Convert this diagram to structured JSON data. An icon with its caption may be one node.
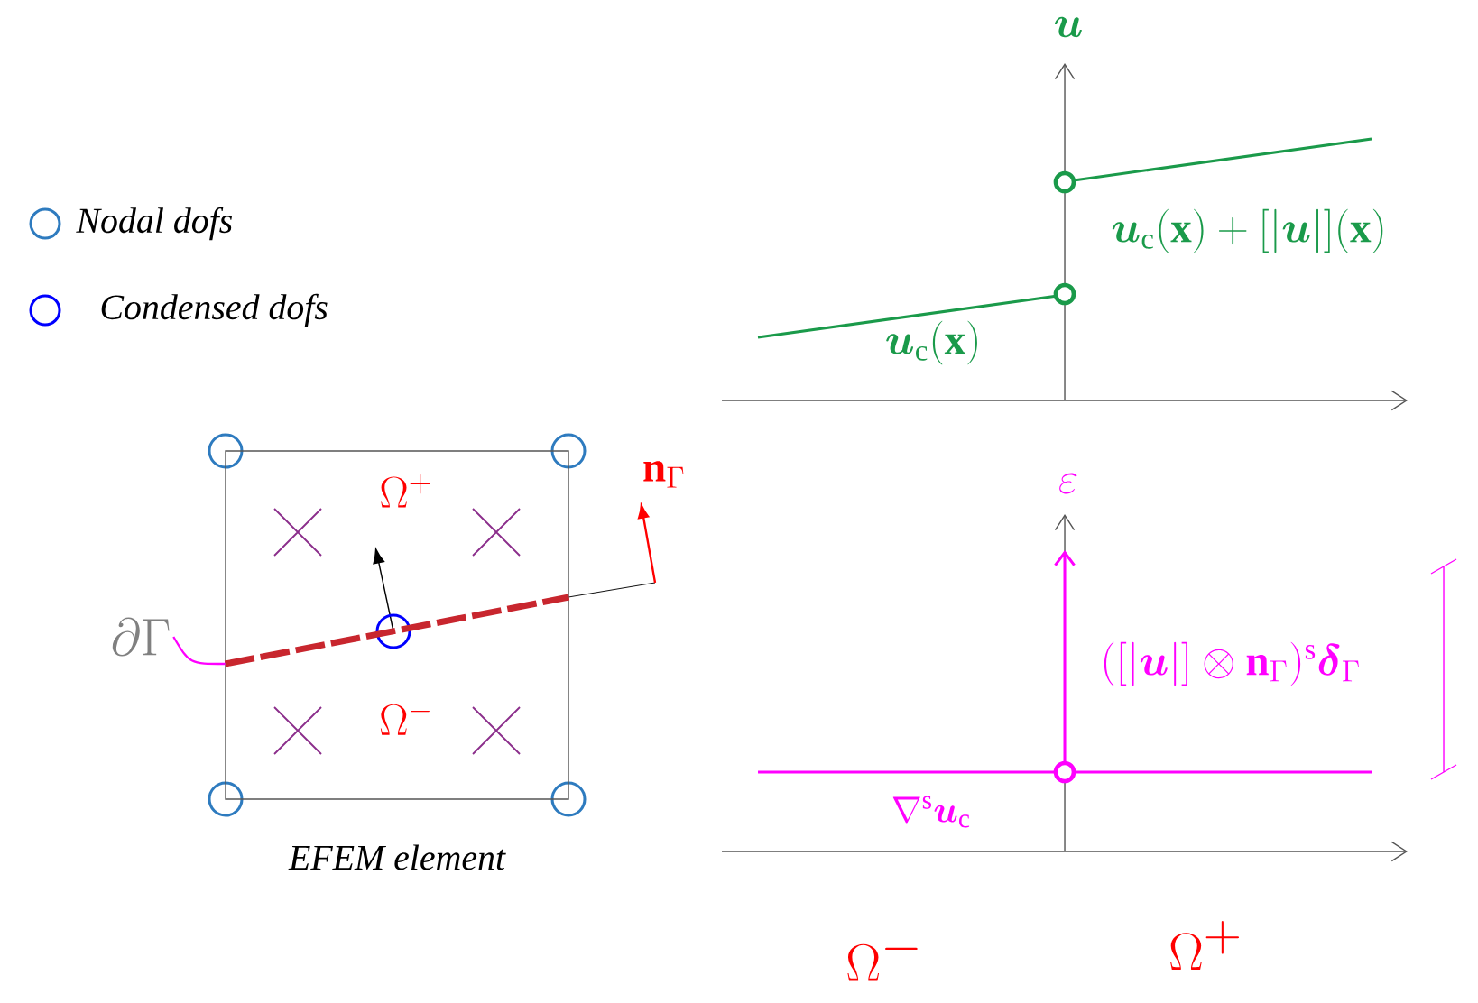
{
  "diagram": {
    "nodes": [
      {
        "text": [
          "EFEM element"
        ]
      },
      {
        "text": [
          "\\partial\\Gamma"
        ]
      },
      {
        "text": [],
        "shape": "bar",
        "in": 0
      }
    ],
    "edges": [
      {
        "from": 1,
        "to": 2,
        "arrow": "none"
      }
    ],
    "labels": [
      "\\Omega^{+}",
      "\\Omega^{-}",
      "\\mathbf{n}_{\\Gamma}",
      "\\boldsymbol{u}",
      "\\boldsymbol{u}_{\\mathrm{c}}(\\mathbf{x})+[|\\boldsymbol{u}|](\\mathbf{x})",
      "\\boldsymbol{u}_{\\mathrm{c}}(\\mathbf{x})",
      "\\varepsilon",
      "([|\\boldsymbol{u}|]\\otimes\\mathbf{n}_{\\Gamma})^{\\mathrm{s}}\\boldsymbol{\\delta}_{\\Gamma}",
      "\\nabla^{\\mathrm{s}}\\boldsymbol{u}_{\\mathrm{c}}",
      "\\Omega^{-}",
      "\\Omega^{+}"
    ],
    "legend": [
      {
        "text": "Nodal dofs"
      },
      {
        "text": "Condensed dofs"
      }
    ]
  }
}
